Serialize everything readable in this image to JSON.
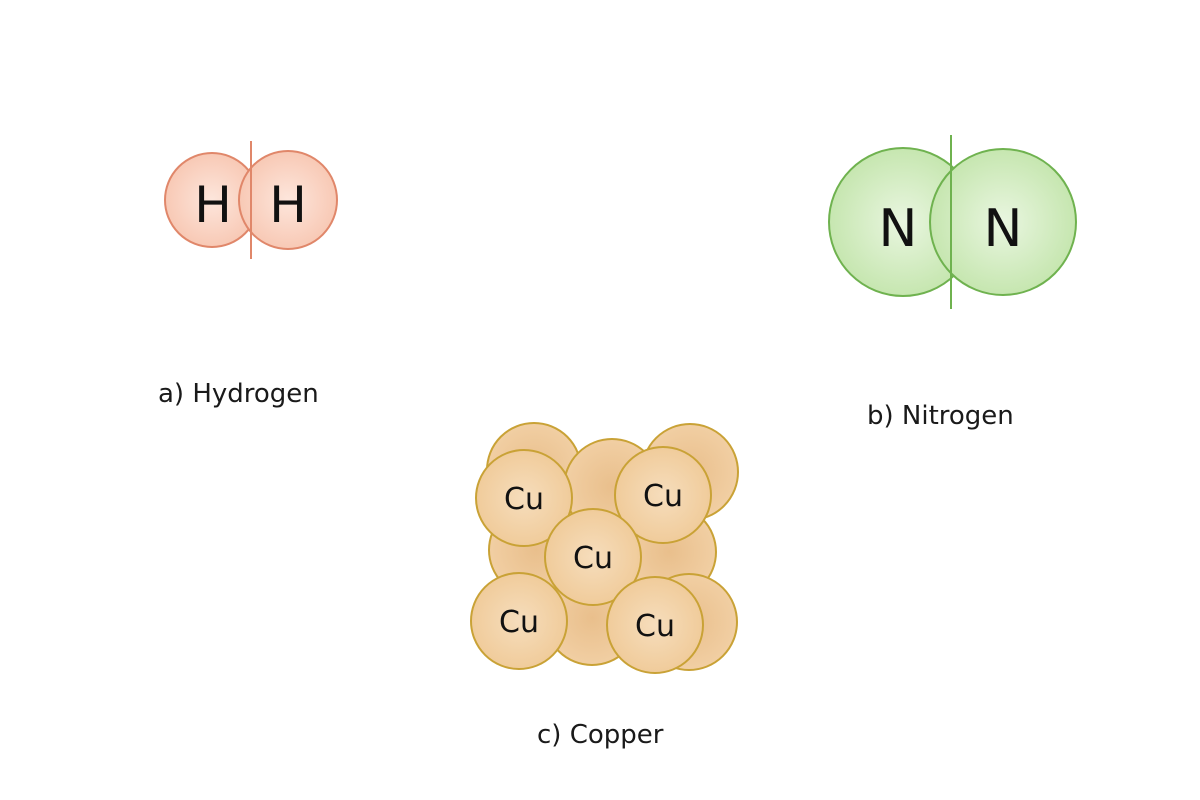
{
  "hydrogen": {
    "atoms": [
      "H",
      "H"
    ],
    "caption": "a) Hydrogen",
    "fill_color": "#fbd3c2",
    "stroke_color": "#e0876a"
  },
  "nitrogen": {
    "atoms": [
      "N",
      "N"
    ],
    "caption": "b) Nitrogen",
    "fill_color": "#cdeab7",
    "stroke_color": "#6fb24f"
  },
  "copper": {
    "atom_label": "Cu",
    "labeled_atoms": [
      "Cu",
      "Cu",
      "Cu",
      "Cu",
      "Cu"
    ],
    "caption": "c) Copper",
    "fill_color": "#f3d2a8",
    "stroke_color": "#c9a236"
  }
}
